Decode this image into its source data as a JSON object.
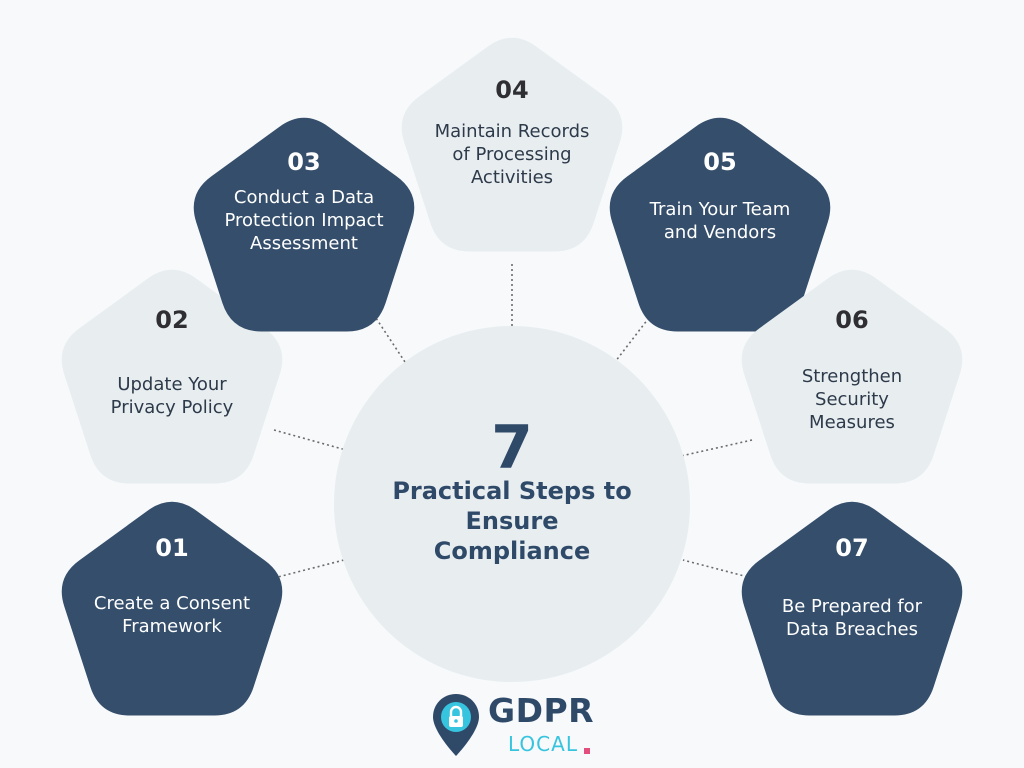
{
  "colors": {
    "background": "#f7f9fb",
    "dark_shape": "#344e6b",
    "light_shape": "#e8edf0",
    "hub_fill": "#e8edf0",
    "hub_text": "#2f4a69",
    "connector": "#6b6b6b",
    "logo_text": "#2f4a69",
    "logo_accent": "#37c4df",
    "logo_dot": "#e44e7d",
    "pin_fill": "#2f4a69"
  },
  "hub": {
    "number": "7",
    "title": "Practical Steps to\nEnsure\nCompliance"
  },
  "steps": [
    {
      "num": "01",
      "title": "Create a Consent Framework",
      "tone": "dark"
    },
    {
      "num": "02",
      "title": "Update Your Privacy Policy",
      "tone": "light"
    },
    {
      "num": "03",
      "title": "Conduct a Data Protection Impact Assessment",
      "tone": "dark"
    },
    {
      "num": "04",
      "title": "Maintain Records of Processing Activities",
      "tone": "light"
    },
    {
      "num": "05",
      "title": "Train Your Team and Vendors",
      "tone": "dark"
    },
    {
      "num": "06",
      "title": "Strengthen Security Measures",
      "tone": "light"
    },
    {
      "num": "07",
      "title": "Be Prepared for Data Breaches",
      "tone": "dark"
    }
  ],
  "logo": {
    "word": "GDPR",
    "sub": "LOCAL",
    "icon": "lock-pin-icon"
  }
}
